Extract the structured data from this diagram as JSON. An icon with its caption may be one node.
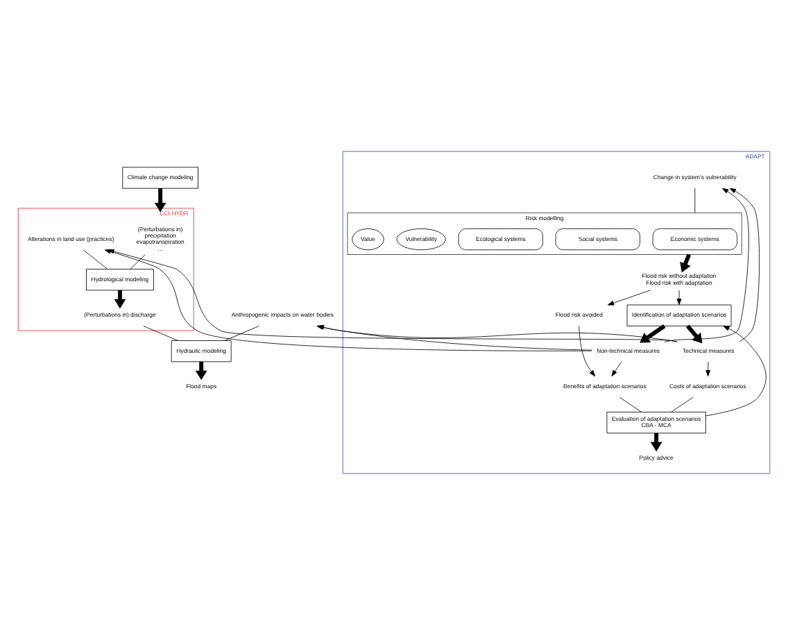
{
  "diagram": {
    "nodes": [
      {
        "text": [
          "Climate change modeling"
        ]
      },
      {
        "text": [
          "CCI-HYDR"
        ]
      },
      {
        "text": [
          "(Perturbations in)",
          "precipitation",
          "evapotranspiration",
          "..."
        ],
        "in": 1
      },
      {
        "text": [
          "Alterations in land use (practices)"
        ],
        "in": 1
      },
      {
        "text": [
          "Hydrological modeling"
        ],
        "in": 1
      },
      {
        "text": [
          "(Perturbations in) discharge"
        ],
        "in": 1
      },
      {
        "text": [
          "Anthropogenic impacts on water bodies"
        ]
      },
      {
        "text": [
          "ADAPT"
        ]
      },
      {
        "text": [
          "Hydraulic modeling"
        ]
      },
      {
        "text": [
          "Flood maps"
        ]
      },
      {
        "text": [
          "Change in system’s vulnerability"
        ],
        "in": 7
      },
      {
        "text": [
          "Risk modelling"
        ],
        "in": 7
      },
      {
        "text": [
          "Economic systems"
        ],
        "in": 11
      },
      {
        "text": [
          "Social systems"
        ],
        "in": 11
      },
      {
        "text": [
          "Ecological systems"
        ],
        "in": 11
      },
      {
        "text": [
          "Vulnerability"
        ],
        "in": 11
      },
      {
        "text": [
          "Value"
        ],
        "in": 11
      },
      {
        "text": [
          "Flood risk without adaptation",
          "Flood risk with adaptation"
        ],
        "in": 7
      },
      {
        "text": [
          "Flood risk avoided"
        ],
        "in": 7
      },
      {
        "text": [
          "Identification of adaptation scenarios"
        ],
        "in": 7
      },
      {
        "text": [
          "Non-technical measures"
        ],
        "in": 7
      },
      {
        "text": [
          "Technical measures"
        ],
        "in": 7
      },
      {
        "text": [
          "Benefits of adaptation scenarios"
        ],
        "in": 7
      },
      {
        "text": [
          "Costs of adaptation scenarios"
        ],
        "in": 7
      },
      {
        "text": [
          "Evaluation of adaptation scenarios",
          "CBA - MCA"
        ],
        "in": 7
      },
      {
        "text": [
          "Policy advice"
        ],
        "in": 7
      }
    ],
    "edges": [
      {
        "from": 0,
        "to": 1,
        "arrow": "to",
        "style": "thick"
      },
      {
        "from": 2,
        "to": 4,
        "arrow": "none"
      },
      {
        "from": 3,
        "to": 4,
        "arrow": "none"
      },
      {
        "from": 4,
        "to": 5,
        "arrow": "to",
        "style": "thick"
      },
      {
        "from": 5,
        "to": 8,
        "arrow": "none"
      },
      {
        "from": 6,
        "to": 8,
        "arrow": "none"
      },
      {
        "from": 8,
        "to": 9,
        "arrow": "to",
        "style": "thick"
      },
      {
        "from": 20,
        "to": 3,
        "arrow": "to"
      },
      {
        "from": 21,
        "to": 3,
        "arrow": "to"
      },
      {
        "from": 20,
        "to": 6,
        "arrow": "to"
      },
      {
        "from": 21,
        "to": 6,
        "arrow": "to"
      },
      {
        "from": 20,
        "to": 10,
        "arrow": "to"
      },
      {
        "from": 21,
        "to": 10,
        "arrow": "to"
      },
      {
        "from": 10,
        "to": 11,
        "arrow": "none"
      },
      {
        "from": 11,
        "to": 17,
        "arrow": "to",
        "style": "thick"
      },
      {
        "from": 17,
        "to": 18,
        "arrow": "to"
      },
      {
        "from": 17,
        "to": 19,
        "arrow": "to"
      },
      {
        "from": 18,
        "to": 22,
        "arrow": "to"
      },
      {
        "from": 24,
        "to": 19,
        "arrow": "to"
      },
      {
        "from": 19,
        "to": 20,
        "arrow": "to",
        "style": "thick"
      },
      {
        "from": 19,
        "to": 21,
        "arrow": "to",
        "style": "thick"
      },
      {
        "from": 20,
        "to": 22,
        "arrow": "to"
      },
      {
        "from": 21,
        "to": 23,
        "arrow": "to"
      },
      {
        "from": 22,
        "to": 24,
        "arrow": "none"
      },
      {
        "from": 23,
        "to": 24,
        "arrow": "none"
      },
      {
        "from": 24,
        "to": 25,
        "arrow": "to",
        "style": "thick"
      }
    ]
  }
}
